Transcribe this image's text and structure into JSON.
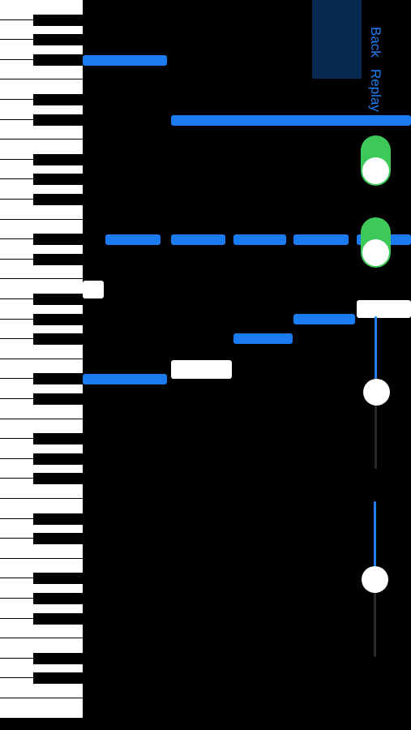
{
  "controls": {
    "back_label": "Back",
    "replay_label": "Replay",
    "toggle_1": {
      "on": true
    },
    "toggle_2": {
      "on": true
    },
    "slider_1": {
      "value_fraction": 0.5
    },
    "slider_2": {
      "value_fraction": 0.5
    }
  },
  "colors": {
    "background": "#000000",
    "note_blue": "#1a7cf0",
    "note_white": "#ffffff",
    "accent": "#1f7ef2",
    "toggle_on": "#3dc95a",
    "panel": "#062a52"
  },
  "icons": {
    "keyboard": "piano-keyboard-icon"
  }
}
